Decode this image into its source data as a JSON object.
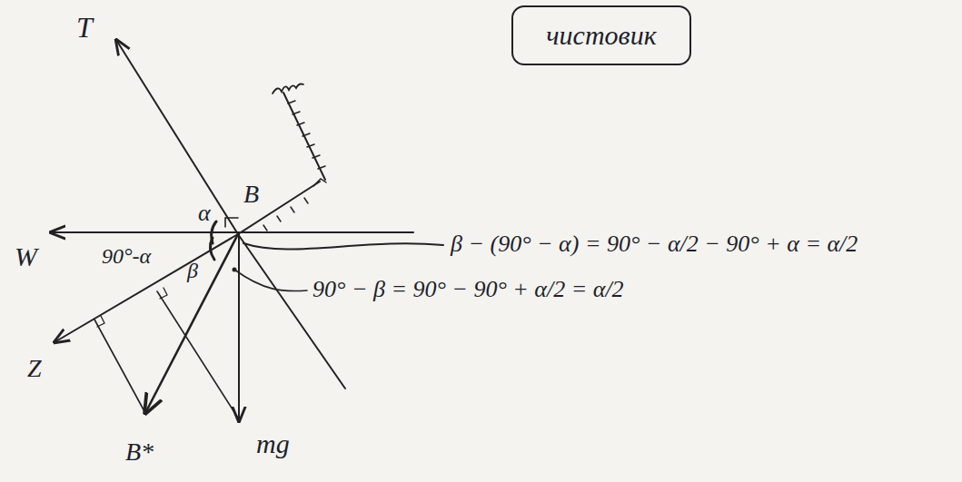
{
  "diagram": {
    "nodes": [
      {
        "text": [
          "чистовик"
        ]
      }
    ],
    "labels": [
      "T",
      "B",
      "α",
      "W",
      "90°-α",
      "β",
      "Z",
      "B*",
      "mg",
      "β − (90° − α) = 90° − α/2 − 90° + α = α/2",
      "90° − β = 90° − 90° + α/2 = α/2"
    ]
  }
}
